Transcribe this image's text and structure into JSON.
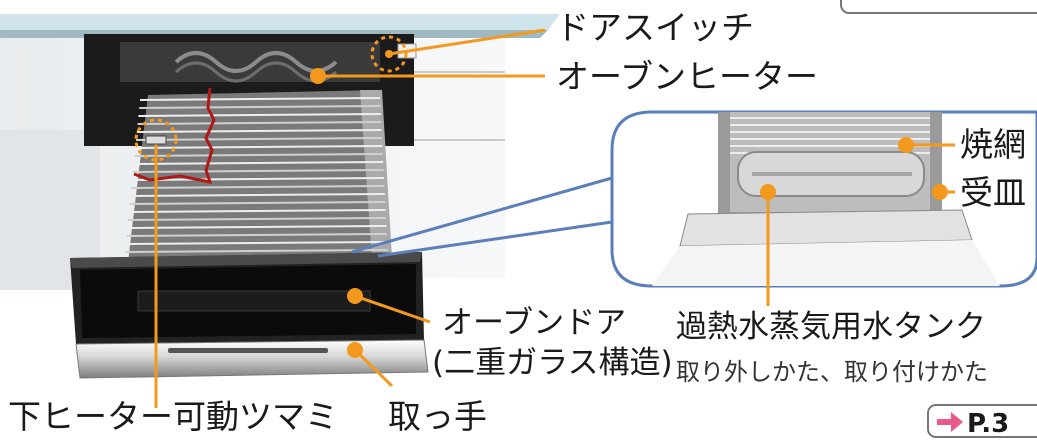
{
  "labels": {
    "door_switch": "ドアスイッチ",
    "oven_heater": "オーブンヒーター",
    "grill_rack": "焼網",
    "drip_tray": "受皿",
    "oven_door_line1": "オーブンドア",
    "oven_door_line2": "(二重ガラス構造)",
    "water_tank": "過熱水蒸気用水タンク",
    "water_tank_note": "取り外しかた、取り付けかた",
    "lower_heater_knob": "下ヒーター可動ツマミ",
    "handle": "取っ手"
  },
  "reference": {
    "page": "P.3"
  },
  "colors": {
    "leader_line": "#f39a1e",
    "callout_border": "#5b7fb8",
    "cut_edge": "#b01818",
    "arrow": "#e85a8c",
    "steel_light": "#dcdcdc",
    "steel_dark": "#6a6a6a",
    "cavity": "#1a1a1a",
    "glass": "#0b0b0b"
  }
}
